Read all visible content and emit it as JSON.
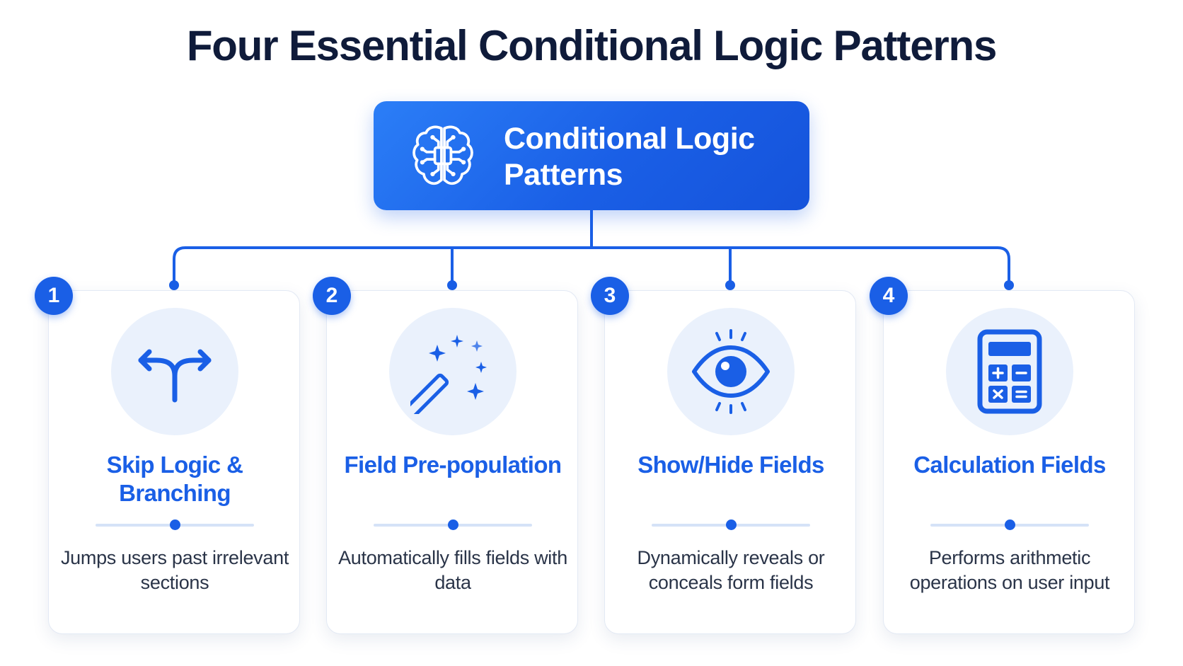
{
  "title": "Four Essential Conditional Logic Patterns",
  "root": {
    "label": "Conditional Logic Patterns",
    "icon": "brain-circuit-icon"
  },
  "colors": {
    "accent": "#1a5fe6",
    "title": "#0f1b3a",
    "icon_bg": "#eaf1fc",
    "text": "#2a3448"
  },
  "patterns": [
    {
      "number": "1",
      "name": "Skip Logic & Branching",
      "description": "Jumps users past irrelevant sections",
      "icon": "branch-arrows-icon"
    },
    {
      "number": "2",
      "name": "Field Pre-population",
      "description": "Automatically fills fields with data",
      "icon": "magic-wand-icon"
    },
    {
      "number": "3",
      "name": "Show/Hide Fields",
      "description": "Dynamically reveals or conceals form fields",
      "icon": "eye-icon"
    },
    {
      "number": "4",
      "name": "Calculation Fields",
      "description": "Performs arithmetic operations on user input",
      "icon": "calculator-icon"
    }
  ]
}
